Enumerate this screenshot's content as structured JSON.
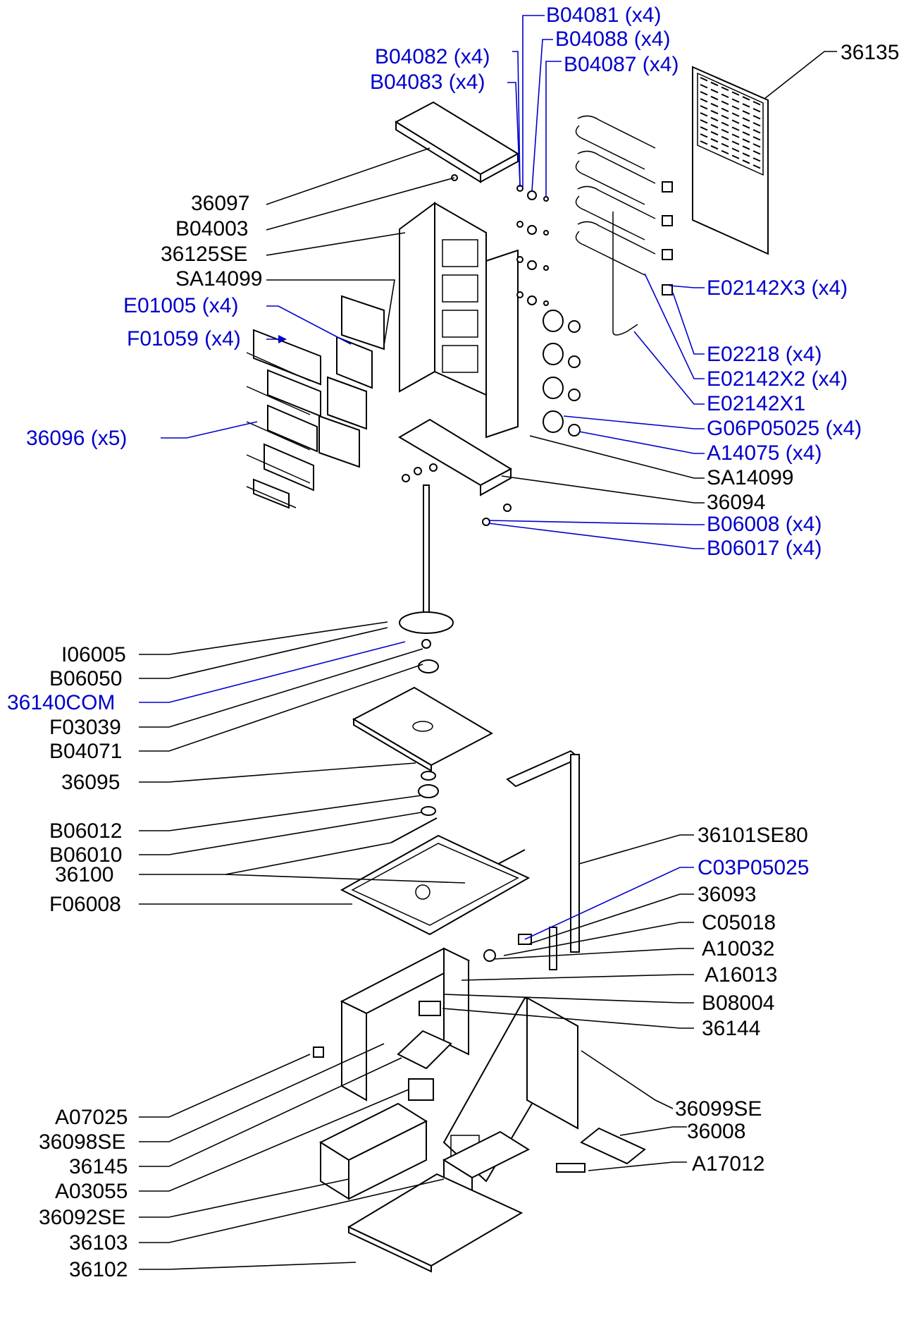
{
  "colors": {
    "text_standard": "#000000",
    "text_highlight": "#0000cc",
    "background": "#ffffff"
  },
  "labels": [
    {
      "id": "B04081",
      "text": "B04081  (x4)",
      "color": "blue"
    },
    {
      "id": "B04088",
      "text": "B04088  (x4)",
      "color": "blue"
    },
    {
      "id": "B04082",
      "text": "B04082  (x4)",
      "color": "blue"
    },
    {
      "id": "B04087",
      "text": "B04087  (x4)",
      "color": "blue"
    },
    {
      "id": "36135",
      "text": "36135",
      "color": "black"
    },
    {
      "id": "B04083",
      "text": "B04083  (x4)",
      "color": "blue"
    },
    {
      "id": "36097",
      "text": "36097",
      "color": "black"
    },
    {
      "id": "B04003",
      "text": "B04003",
      "color": "black"
    },
    {
      "id": "36125SE",
      "text": "36125SE",
      "color": "black"
    },
    {
      "id": "SA14099-top",
      "text": "SA14099",
      "color": "black"
    },
    {
      "id": "E02142X3",
      "text": "E02142X3  (x4)",
      "color": "blue"
    },
    {
      "id": "E01005",
      "text": "E01005  (x4)",
      "color": "blue"
    },
    {
      "id": "F01059",
      "text": "F01059  (x4)",
      "color": "blue"
    },
    {
      "id": "E02218",
      "text": "E02218  (x4)",
      "color": "blue"
    },
    {
      "id": "E02142X2",
      "text": "E02142X2  (x4)",
      "color": "blue"
    },
    {
      "id": "E02142X1",
      "text": "E02142X1",
      "color": "blue"
    },
    {
      "id": "G06P05025",
      "text": "G06P05025  (x4)",
      "color": "blue"
    },
    {
      "id": "36096",
      "text": "36096  (x5)",
      "color": "blue"
    },
    {
      "id": "A14075",
      "text": "A14075  (x4)",
      "color": "blue"
    },
    {
      "id": "SA14099-mid",
      "text": "SA14099",
      "color": "black"
    },
    {
      "id": "36094",
      "text": "36094",
      "color": "black"
    },
    {
      "id": "B06008",
      "text": "B06008  (x4)",
      "color": "blue"
    },
    {
      "id": "B06017",
      "text": "B06017  (x4)",
      "color": "blue"
    },
    {
      "id": "I06005",
      "text": "I06005",
      "color": "black"
    },
    {
      "id": "B06050",
      "text": "B06050",
      "color": "black"
    },
    {
      "id": "36140COM",
      "text": "36140COM",
      "color": "blue"
    },
    {
      "id": "F03039",
      "text": "F03039",
      "color": "black"
    },
    {
      "id": "B04071",
      "text": "B04071",
      "color": "black"
    },
    {
      "id": "36095",
      "text": "36095",
      "color": "black"
    },
    {
      "id": "B06012",
      "text": "B06012",
      "color": "black"
    },
    {
      "id": "36101SE80",
      "text": "36101SE80",
      "color": "black"
    },
    {
      "id": "B06010",
      "text": "B06010",
      "color": "black"
    },
    {
      "id": "36100",
      "text": "36100",
      "color": "black"
    },
    {
      "id": "C03P05025",
      "text": "C03P05025",
      "color": "blue"
    },
    {
      "id": "F06008",
      "text": "F06008",
      "color": "black"
    },
    {
      "id": "36093",
      "text": "36093",
      "color": "black"
    },
    {
      "id": "C05018",
      "text": "C05018",
      "color": "black"
    },
    {
      "id": "A10032",
      "text": "A10032",
      "color": "black"
    },
    {
      "id": "A16013",
      "text": "A16013",
      "color": "black"
    },
    {
      "id": "B08004",
      "text": "B08004",
      "color": "black"
    },
    {
      "id": "36144",
      "text": "36144",
      "color": "black"
    },
    {
      "id": "36099SE",
      "text": "36099SE",
      "color": "black"
    },
    {
      "id": "A07025",
      "text": "A07025",
      "color": "black"
    },
    {
      "id": "36008",
      "text": "36008",
      "color": "black"
    },
    {
      "id": "36098SE",
      "text": "36098SE",
      "color": "black"
    },
    {
      "id": "A17012",
      "text": "A17012",
      "color": "black"
    },
    {
      "id": "36145",
      "text": "36145",
      "color": "black"
    },
    {
      "id": "A03055",
      "text": "A03055",
      "color": "black"
    },
    {
      "id": "36092SE",
      "text": "36092SE",
      "color": "black"
    },
    {
      "id": "36103",
      "text": "36103",
      "color": "black"
    },
    {
      "id": "36102",
      "text": "36102",
      "color": "black"
    }
  ]
}
